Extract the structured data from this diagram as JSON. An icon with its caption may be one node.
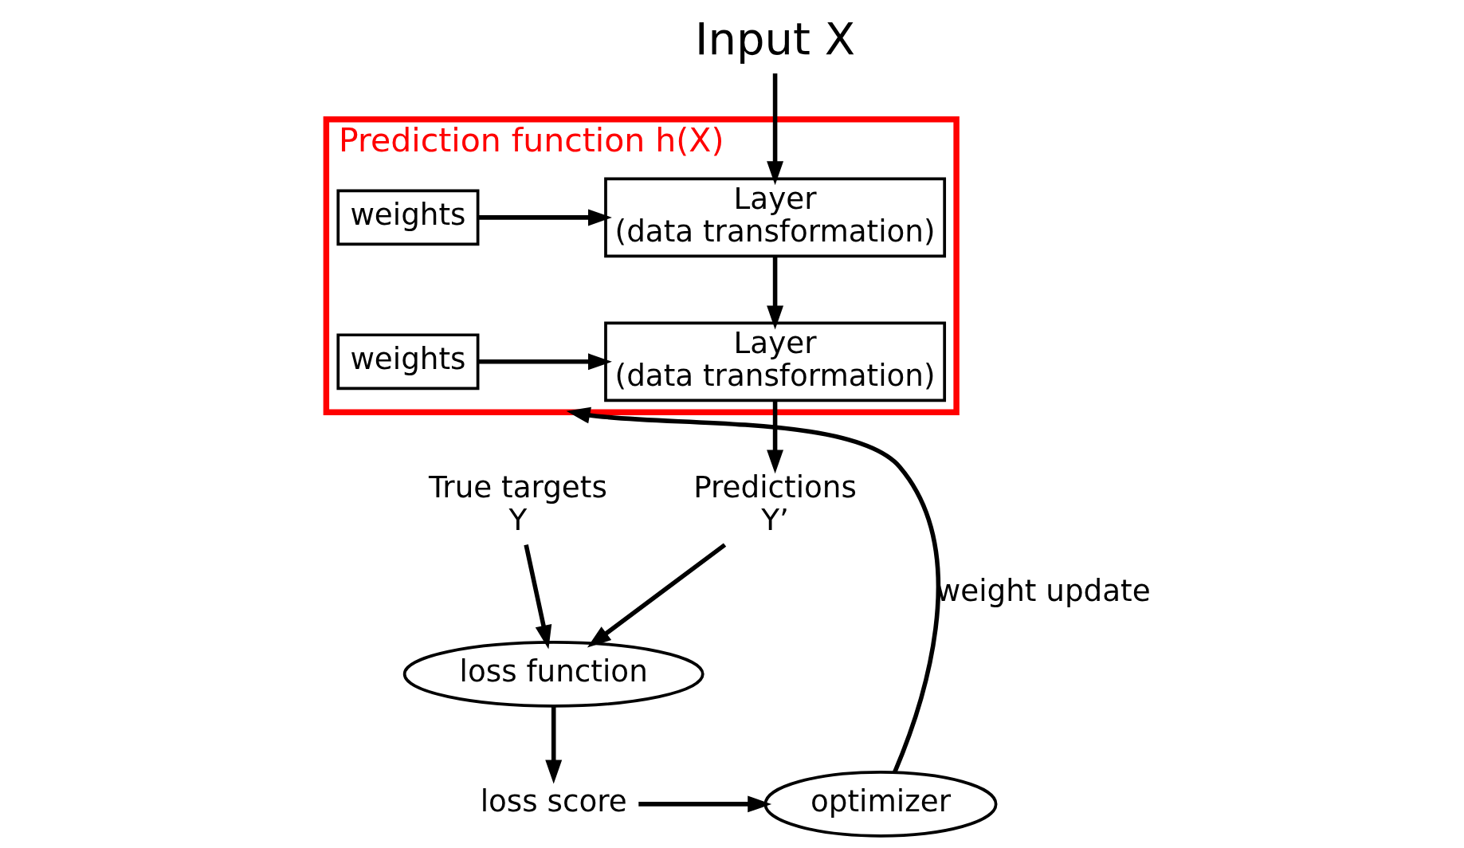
{
  "diagram": {
    "nodes": [
      {
        "text": [
          "Prediction function h(X)"
        ]
      },
      {
        "text": [
          "Input X"
        ]
      },
      {
        "text": [
          "weights"
        ],
        "in": 0
      },
      {
        "text": [
          "Layer",
          "(data transformation)"
        ],
        "in": 0
      },
      {
        "text": [
          "weights"
        ],
        "in": 0
      },
      {
        "text": [
          "Layer",
          "(data transformation)"
        ],
        "in": 0
      },
      {
        "text": [
          "Predictions",
          "Y’"
        ]
      },
      {
        "text": [
          "True targets",
          "Y"
        ]
      },
      {
        "text": [
          "loss function"
        ]
      },
      {
        "text": [
          "loss score"
        ]
      },
      {
        "text": [
          "optimizer"
        ]
      }
    ],
    "edges": [
      {
        "from": 1,
        "to": 3,
        "arrow": "to"
      },
      {
        "from": 2,
        "to": 3,
        "arrow": "to"
      },
      {
        "from": 3,
        "to": 5,
        "arrow": "to"
      },
      {
        "from": 4,
        "to": 5,
        "arrow": "to"
      },
      {
        "from": 5,
        "to": 6,
        "arrow": "to"
      },
      {
        "from": 6,
        "to": 8,
        "arrow": "to"
      },
      {
        "from": 7,
        "to": 8,
        "arrow": "to"
      },
      {
        "from": 8,
        "to": 9,
        "arrow": "to"
      },
      {
        "from": 9,
        "to": 10,
        "arrow": "to"
      },
      {
        "from": 10,
        "to": 0,
        "arrow": "to",
        "label": "weight update"
      }
    ]
  }
}
